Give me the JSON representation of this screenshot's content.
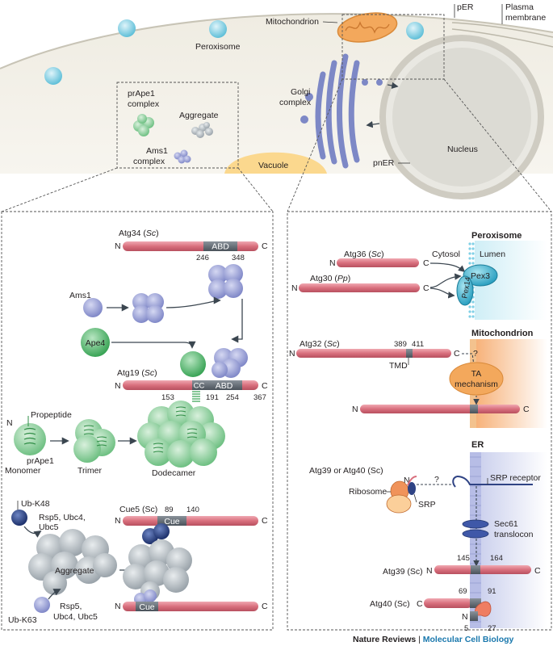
{
  "top": {
    "mitochondrion": "Mitochondrion",
    "peroxisome": "Peroxisome",
    "per": "pER",
    "plasma_membrane_1": "Plasma",
    "plasma_membrane_2": "membrane",
    "golgi_1": "Golgi",
    "golgi_2": "complex",
    "prape1_1": "prApe1",
    "prape1_2": "complex",
    "aggregate": "Aggregate",
    "ams1_1": "Ams1",
    "ams1_2": "complex",
    "nucleus": "Nucleus",
    "vacuole": "Vacuole",
    "pner": "pnER"
  },
  "left": {
    "atg34": "Atg34 (",
    "atg34_sp": "Sc",
    "abd": "ABD",
    "n": "N",
    "c": "C",
    "n246": "246",
    "n348": "348",
    "ams1": "Ams1",
    "ape4": "Ape4",
    "atg19": "Atg19 (",
    "atg19_sp": "Sc",
    "cc": "CC",
    "n153": "153",
    "n191": "191",
    "n254": "254",
    "n367": "367",
    "propeptide": "Propeptide",
    "monomer": "Monomer",
    "prape1": "prApe1",
    "trimer": "Trimer",
    "dodecamer": "Dodecamer",
    "ubk48": "Ub-K48",
    "rsp5_a": "Rsp5, Ubc4,",
    "rsp5_b": "Ubc5",
    "cue5": "Cue5 (Sc)",
    "n89": "89",
    "n140": "140",
    "cue": "Cue",
    "aggregate": "Aggregate",
    "ubk63": "Ub-K63",
    "rsp5_c": "Rsp5,",
    "rsp5_d": "Ubc4, Ubc5"
  },
  "right": {
    "peroxisome": "Peroxisome",
    "cytosol": "Cytosol",
    "lumen": "Lumen",
    "atg36": "Atg36 (",
    "atg36_sp": "Sc",
    "atg30": "Atg30 (",
    "atg30_sp": "Pp",
    "pex3": "Pex3",
    "pex14": "Pex14",
    "mitochondrion": "Mitochondrion",
    "atg32": "Atg32 (",
    "atg32_sp": "Sc",
    "n389": "389",
    "n411": "411",
    "tmd": "TMD",
    "ta1": "TA",
    "ta2": "mechanism",
    "q": "?",
    "er": "ER",
    "atg39or40": "Atg39 or Atg40 (Sc)",
    "srp_receptor": "SRP receptor",
    "ribosome": "Ribosome",
    "srp": "SRP",
    "sec61_1": "Sec61",
    "sec61_2": "translocon",
    "atg39": "Atg39 (Sc)",
    "n145": "145",
    "n164": "164",
    "atg40": "Atg40 (Sc)",
    "n69": "69",
    "n91": "91",
    "n5": "5",
    "n27": "27",
    "close_paren": ")"
  },
  "footer": {
    "left": "Nature Reviews",
    "sep": " | ",
    "right": "Molecular Cell Biology"
  },
  "colors": {
    "protein": "#d9707e",
    "domain": "#5e6670",
    "blue_sphere": "#9ea4d6",
    "green": "#54b86b",
    "grey_sphere": "#b8c0c6",
    "ub_dark": "#283e80",
    "peroxisome_cyan": "#6ec3d9",
    "mito_orange": "#f3a85c",
    "membrane_cyan": "#44b7d8",
    "er_purple": "#9ea8dc",
    "brand_blue": "#1a78ad"
  }
}
